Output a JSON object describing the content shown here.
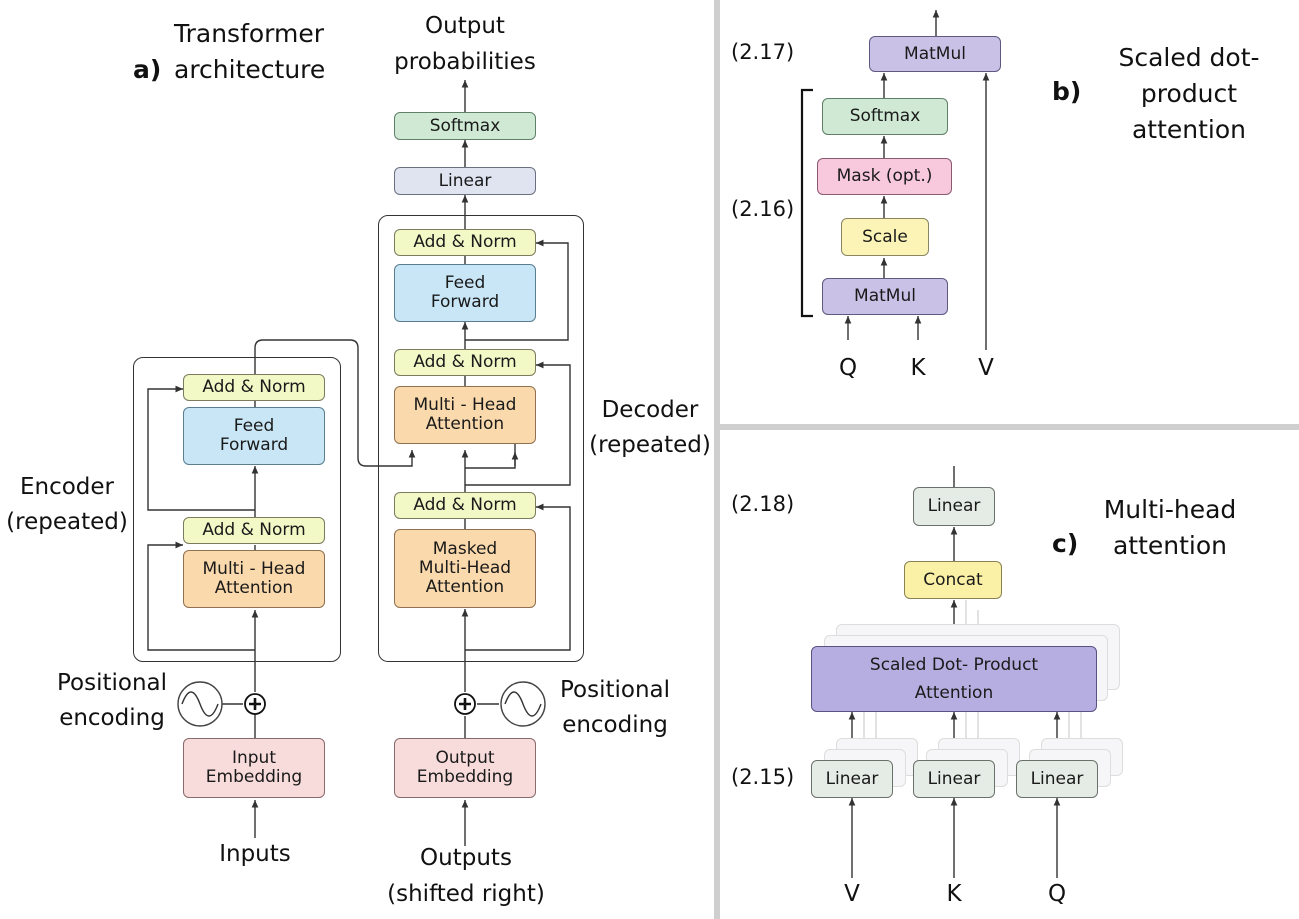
{
  "panel_a": {
    "letter": "a)",
    "title": "Transformer\narchitecture",
    "output_probabilities": "Output\nprobabilities",
    "softmax": "Softmax",
    "linear": "Linear",
    "encoder_label": "Encoder\n(repeated)",
    "decoder_label": "Decoder\n(repeated)",
    "encoder": {
      "add_norm_top": "Add & Norm",
      "feed_forward": "Feed\nForward",
      "add_norm_bottom": "Add & Norm",
      "multi_head": "Multi - Head\nAttention"
    },
    "decoder": {
      "add_norm_1": "Add & Norm",
      "feed_forward": "Feed\nForward",
      "add_norm_2": "Add & Norm",
      "multi_head": "Multi - Head\nAttention",
      "add_norm_3": "Add & Norm",
      "masked_multi_head": "Masked\nMulti-Head\nAttention"
    },
    "positional_encoding_left": "Positional\nencoding",
    "positional_encoding_right": "Positional\nencoding",
    "input_embedding": "Input\nEmbedding",
    "output_embedding": "Output\nEmbedding",
    "inputs": "Inputs",
    "outputs": "Outputs\n(shifted right)"
  },
  "panel_b": {
    "letter": "b)",
    "title": "Scaled dot-\nproduct attention",
    "eq_top": "(2.17)",
    "eq_bracket": "(2.16)",
    "matmul_top": "MatMul",
    "softmax": "Softmax",
    "mask": "Mask (opt.)",
    "scale": "Scale",
    "matmul_bottom": "MatMul",
    "q": "Q",
    "k": "K",
    "v": "V"
  },
  "panel_c": {
    "letter": "c)",
    "title": "Multi-head\nattention",
    "eq_top": "(2.18)",
    "eq_bottom": "(2.15)",
    "linear_top": "Linear",
    "concat": "Concat",
    "sdpa": "Scaled Dot- Product\nAttention",
    "linear_v": "Linear",
    "linear_k": "Linear",
    "linear_q": "Linear",
    "v": "V",
    "k": "K",
    "q": "Q"
  }
}
